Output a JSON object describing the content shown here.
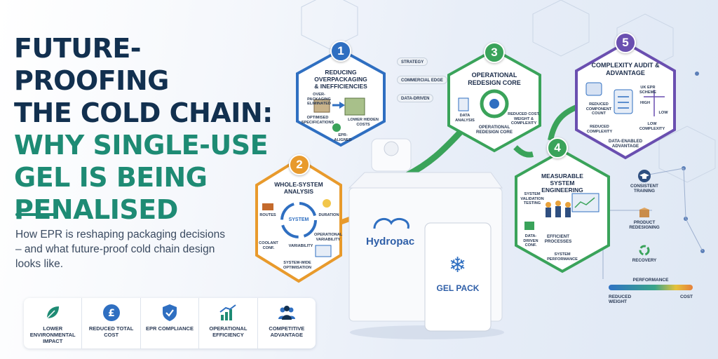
{
  "title": {
    "line1": "FUTURE-PROOFING",
    "line2": "THE COLD CHAIN:",
    "line3": "WHY SINGLE-USE",
    "line4": "GEL IS BEING",
    "line5": "PENALISED"
  },
  "subtitle": "How EPR is reshaping packaging decisions – and what future-proof cold chain design looks like.",
  "benefits": [
    {
      "label": "LOWER ENVIRONMENTAL IMPACT",
      "icon": "leaf-icon"
    },
    {
      "label": "REDUCED TOTAL COST",
      "icon": "pound-coin-icon"
    },
    {
      "label": "EPR COMPLIANCE",
      "icon": "shield-check-icon"
    },
    {
      "label": "OPERATIONAL EFFICIENCY",
      "icon": "bar-chart-icon"
    },
    {
      "label": "COMPETITIVE ADVANTAGE",
      "icon": "people-icon"
    }
  ],
  "steps": {
    "s1": {
      "num": "1",
      "title": "REDUCING OVERPACKAGING & INEFFICIENCIES",
      "labels": {
        "a": "OVER-PACKAGING ELIMINATED",
        "b": "OPTIMISED SPECIFICATIONS",
        "c": "LOWER HIDDEN COSTS",
        "d": "EPR-ALIGNED"
      }
    },
    "s2": {
      "num": "2",
      "title": "WHOLE-SYSTEM ANALYSIS",
      "center": "SYSTEM",
      "labels": {
        "routes": "ROUTES",
        "duration": "DURATION",
        "coolant": "COOLANT CONF.",
        "opvar": "OPERATIONAL VARIABILITY",
        "variability": "VARIABILITY",
        "opt": "SYSTEM-WIDE OPTIMISATION"
      }
    },
    "s3": {
      "num": "3",
      "title": "OPERATIONAL REDESIGN CORE",
      "labels": {
        "data": "DATA ANALYSIS",
        "reduced": "REDUCED COST, WEIGHT & COMPLEXITY",
        "core": "OPERATIONAL REDESIGN CORE"
      }
    },
    "s4": {
      "num": "4",
      "title": "MEASURABLE SYSTEM ENGINEERING",
      "labels": {
        "validation": "SYSTEM VALIDATION TESTING",
        "data": "DATA-DRIVEN CONF.",
        "efficient": "EFFICIENT PROCESSES",
        "perf": "SYSTEM PERFORMANCE"
      }
    },
    "s5": {
      "num": "5",
      "title": "COMPLEXITY AUDIT & ADVANTAGE",
      "labels": {
        "reduced_count": "REDUCED COMPONENT COUNT",
        "uk_epr": "UK EPR SCHEME",
        "high": "HIGH",
        "low": "LOW",
        "reduced_complexity": "REDUCED COMPLEXITY",
        "low_complexity": "LOW COMPLEXITY",
        "data_enabled": "DATA-ENABLED ADVANTAGE"
      }
    }
  },
  "tags": [
    "STRATEGY",
    "COMMERCIAL EDGE",
    "DATA-DRIVEN"
  ],
  "right_list": [
    {
      "label": "CONSISTENT TRAINING",
      "icon": "graduation-cap-icon"
    },
    {
      "label": "PRODUCT REDESIGNING",
      "icon": "box-icon"
    },
    {
      "label": "RECOVERY",
      "icon": "recycle-icon"
    }
  ],
  "performance": {
    "label": "PERFORMANCE",
    "left": "REDUCED WEIGHT",
    "right": "COST"
  },
  "product": {
    "brand": "Hydropac",
    "gel_label": "GEL PACK"
  },
  "colors": {
    "navy": "#12304f",
    "teal": "#1e8b74",
    "step1": "#2f6fc1",
    "step2": "#e89a2c",
    "step3": "#3aa35a",
    "step4": "#3aa35a",
    "step5": "#6a4fb0"
  }
}
